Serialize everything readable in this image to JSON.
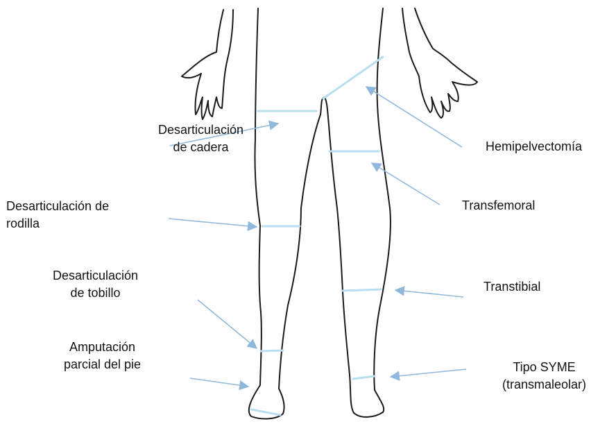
{
  "colors": {
    "outline": "#1a1a1a",
    "cut_line": "#b8dff0",
    "arrow": "#8fb8dc",
    "text": "#111111"
  },
  "labels": {
    "hip_disarticulation": [
      "Desarticulación",
      "de cadera"
    ],
    "knee_disarticulation": [
      "Desarticulación de",
      "rodilla"
    ],
    "ankle_disarticulation": [
      "Desarticulación",
      "de tobillo"
    ],
    "partial_foot": [
      "Amputación",
      "parcial del pie"
    ],
    "hemipelvectomy": [
      "Hemipelvectomía"
    ],
    "transfemoral": [
      "Transfemoral"
    ],
    "transtibial": [
      "Transtibial"
    ],
    "syme": [
      "Tipo SYME",
      "(transmaleolar)"
    ]
  }
}
